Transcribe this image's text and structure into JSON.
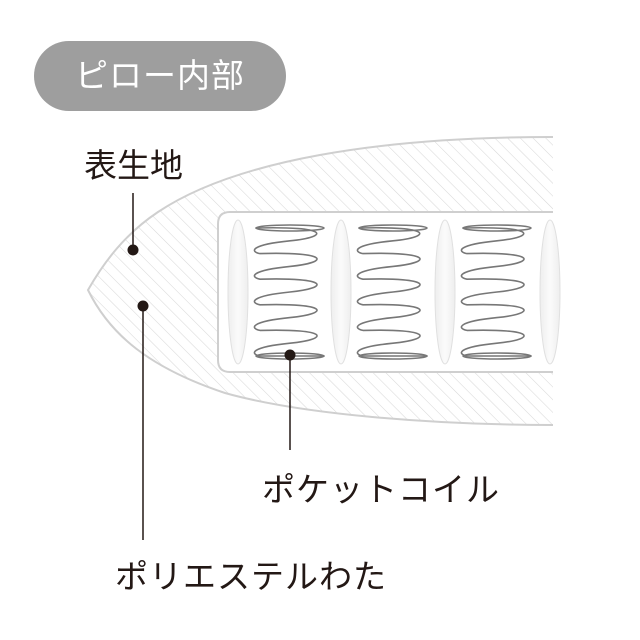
{
  "badge": {
    "text": "ピロー内部"
  },
  "labels": {
    "cover": "表生地",
    "coil": "ポケットコイル",
    "filling": "ポリエステルわた"
  },
  "colors": {
    "badge_fill": "#9e9e9e",
    "badge_text": "#ffffff",
    "outline": "#cfcfcf",
    "hatch": "#d8d8d8",
    "text": "#231815",
    "spring": "#777777"
  },
  "diagram": {
    "pocket_coil_count_visible": 3
  }
}
